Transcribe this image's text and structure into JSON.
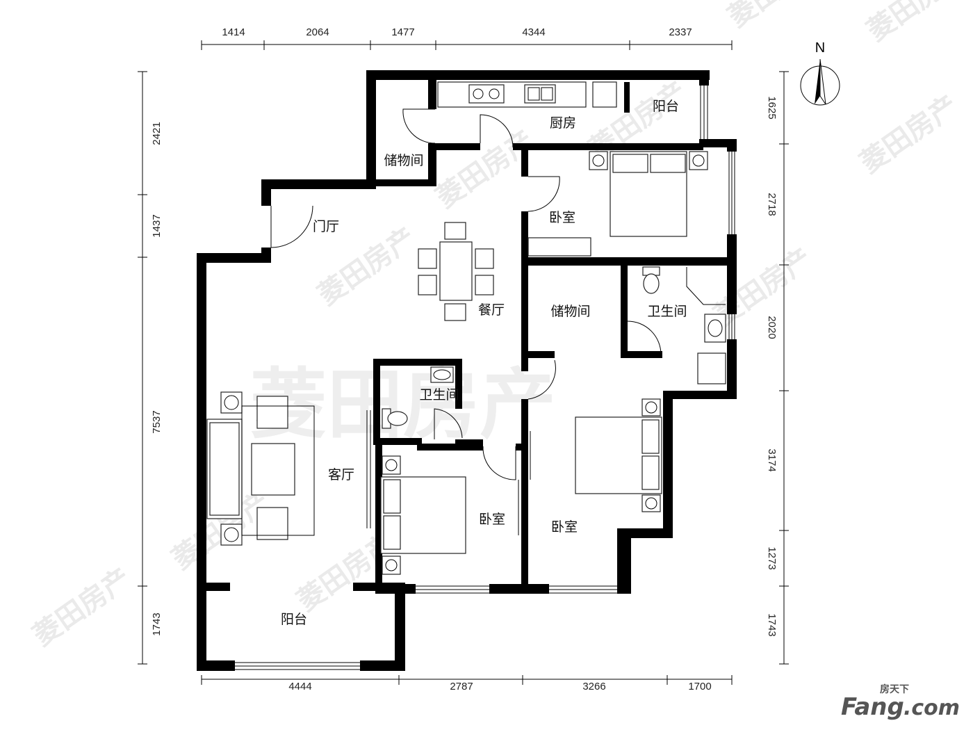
{
  "dimensions": {
    "top": [
      "1414",
      "2064",
      "1477",
      "4344",
      "2337"
    ],
    "bottom": [
      "4444",
      "2787",
      "3266",
      "1700"
    ],
    "left": [
      "2421",
      "1437",
      "7537",
      "1743"
    ],
    "right": [
      "1625",
      "2718",
      "2020",
      "3174",
      "1273",
      "1743"
    ]
  },
  "rooms": {
    "kitchen": "厨房",
    "balcony_north": "阳台",
    "storage_1": "储物间",
    "foyer": "门厅",
    "dining": "餐厅",
    "bedroom_ne": "卧室",
    "storage_2": "储物间",
    "bath_east": "卫生间",
    "bath_center": "卫生间",
    "living": "客厅",
    "bedroom_small": "卧室",
    "bedroom_se": "卧室",
    "balcony_south": "阳台"
  },
  "compass": {
    "label": "N"
  },
  "watermark": {
    "text": "菱田房产",
    "big": "菱田房产"
  },
  "logo": {
    "top": "房天下",
    "main": "Fang",
    "dot": ".com"
  },
  "colors": {
    "wall": "#000000",
    "watermark": "#d0d0d0",
    "logo": "#555555"
  }
}
